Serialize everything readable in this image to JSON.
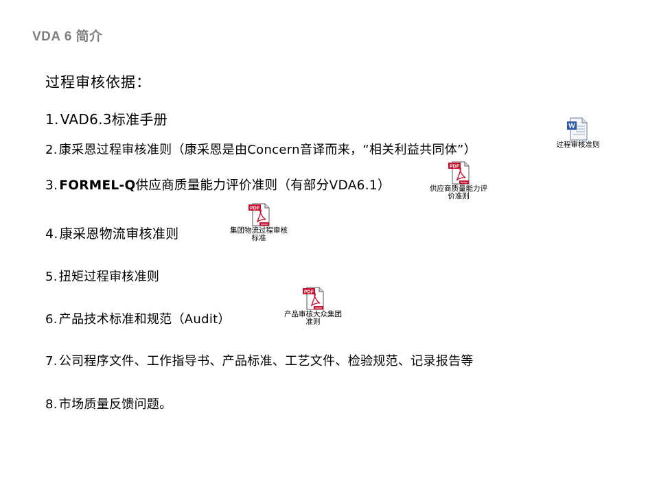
{
  "slide": {
    "title": "VDA 6 简介",
    "heading": "过程审核依据："
  },
  "items": [
    {
      "num": "1.",
      "text": "VAD6.3标准手册"
    },
    {
      "num": "2.",
      "text": "康采恩过程审核准则（康采恩是由Concern音译而来，“相关利益共同体”）"
    },
    {
      "num": "3.",
      "strong": "FORMEL-Q",
      "text": "供应商质量能力评价准则（有部分VDA6.1）"
    },
    {
      "num": "4.",
      "text": "康采恩物流审核准则"
    },
    {
      "num": "5.",
      "text": "扭矩过程审核准则"
    },
    {
      "num": "6.",
      "text": "产品技术标准和规范（Audit）"
    },
    {
      "num": "7.",
      "text": "公司程序文件、工作指导书、产品标准、工艺文件、检验规范、记录报告等"
    },
    {
      "num": "8.",
      "text": "市场质量反馈问题。"
    }
  ],
  "attachments": [
    {
      "icon": "word-document-icon",
      "line1": "过程审核准则",
      "line2": ""
    },
    {
      "icon": "pdf-document-icon",
      "line1": "供应商质量能力评",
      "line2": "价准则"
    },
    {
      "icon": "pdf-document-icon",
      "line1": "集团物流过程审核",
      "line2": "标准"
    },
    {
      "icon": "pdf-document-icon",
      "line1": "产品审核大众集团",
      "line2": "准则"
    }
  ],
  "icon_labels": {
    "pdf": "PDF",
    "word": "W",
    "adobe": "Adobe"
  },
  "colors": {
    "title": "#808080",
    "pdf_red": "#c8102e",
    "word_blue": "#2a5aa8"
  }
}
